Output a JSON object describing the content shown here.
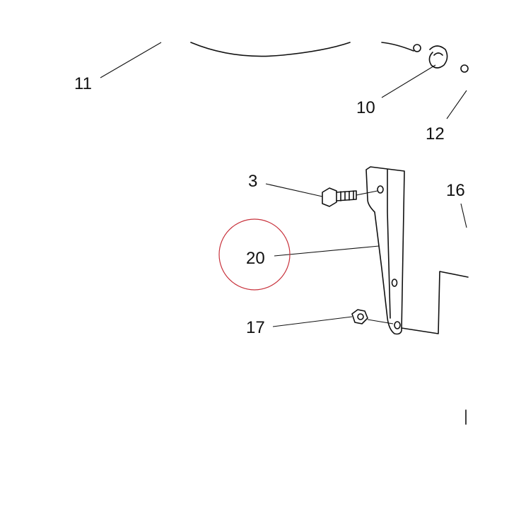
{
  "callouts": {
    "c11": "11",
    "c10": "10",
    "c12": "12",
    "c3": "3",
    "c16": "16",
    "c20": "20",
    "c17": "17"
  },
  "highlight": {
    "target": "20",
    "color": "#c8323c"
  },
  "colors": {
    "line": "#111111",
    "background": "#ffffff"
  }
}
